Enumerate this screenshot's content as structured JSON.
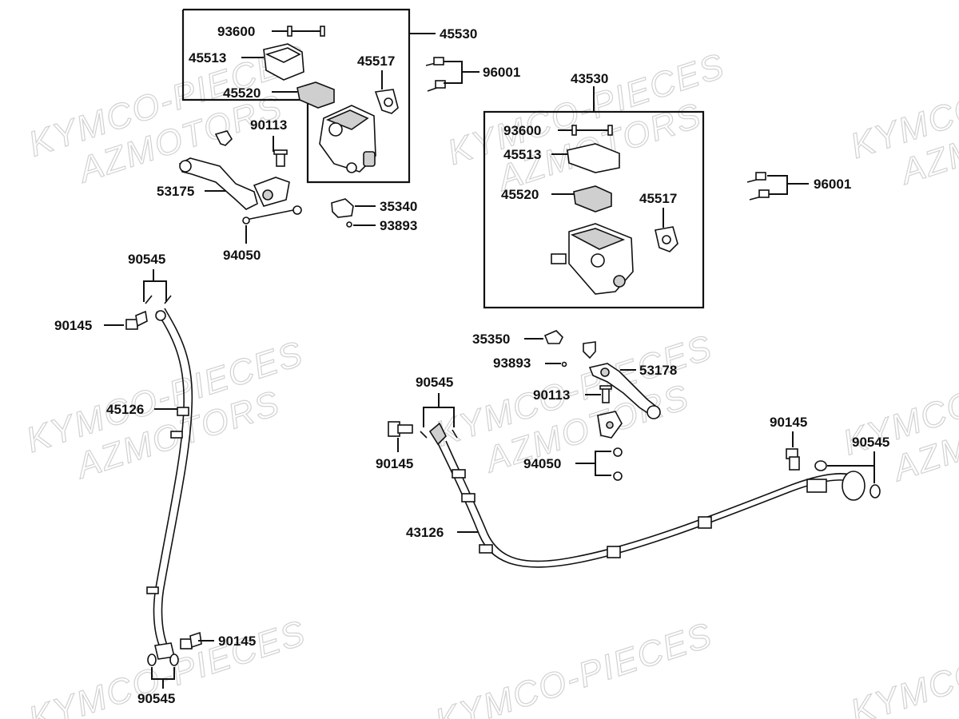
{
  "watermark": {
    "line1": "KYMCO-PIECES",
    "line2": "AZMOTORS"
  },
  "labels": {
    "l93600a": "93600",
    "l45513a": "45513",
    "l45520a": "45520",
    "l45517a": "45517",
    "l45530": "45530",
    "l96001a": "96001",
    "l90113a": "90113",
    "l53175": "53175",
    "l35340": "35340",
    "l93893a": "93893",
    "l94050a": "94050",
    "l43530": "43530",
    "l93600b": "93600",
    "l45513b": "45513",
    "l45520b": "45520",
    "l45517b": "45517",
    "l96001b": "96001",
    "l90545a": "90545",
    "l90145a": "90145",
    "l45126": "45126",
    "l90145b": "90145",
    "l90545b": "90545",
    "l35350": "35350",
    "l93893b": "93893",
    "l53178": "53178",
    "l90113b": "90113",
    "l90545c": "90545",
    "l90145c": "90145",
    "l94050b": "94050",
    "l43126": "43126",
    "l90145d": "90145",
    "l90545d": "90545"
  }
}
